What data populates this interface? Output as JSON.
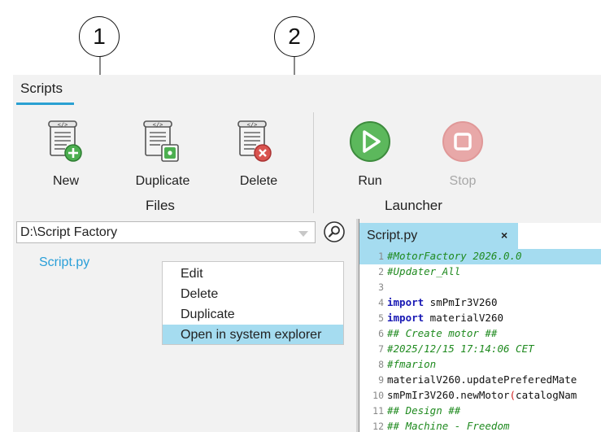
{
  "callouts": [
    {
      "number": "1"
    },
    {
      "number": "2"
    }
  ],
  "ribbon": {
    "tab_label": "Scripts",
    "files_group": {
      "label": "Files",
      "new_label": "New",
      "duplicate_label": "Duplicate",
      "delete_label": "Delete"
    },
    "launcher_group": {
      "label": "Launcher",
      "run_label": "Run",
      "stop_label": "Stop"
    }
  },
  "explorer": {
    "path_value": "D:\\Script Factory",
    "file_item": "Script.py"
  },
  "context_menu": {
    "items": [
      "Edit",
      "Delete",
      "Duplicate",
      "Open in system explorer"
    ],
    "highlighted_index": 3
  },
  "editor": {
    "tab_label": "Script.py",
    "close_glyph": "×",
    "lines": [
      {
        "num": "1",
        "text": "#MotorFactory 2026.0.0"
      },
      {
        "num": "2",
        "text": "#Updater_All"
      },
      {
        "num": "3",
        "text": ""
      },
      {
        "num": "4",
        "kw": "import",
        "rest": " smPmIr3V260"
      },
      {
        "num": "5",
        "kw": "import",
        "rest": " materialV260"
      },
      {
        "num": "6",
        "text": "## Create motor ##"
      },
      {
        "num": "7",
        "text": "#2025/12/15 17:14:06 CET"
      },
      {
        "num": "8",
        "text": "#fmarion"
      },
      {
        "num": "9",
        "plain": "materialV260.updatePreferedMate"
      },
      {
        "num": "10",
        "plain": "smPmIr3V260.newMotor",
        "paren": "(",
        "after": "catalogNam"
      },
      {
        "num": "11",
        "text": "## Design ##"
      },
      {
        "num": "12",
        "text": "## Machine - Freedom"
      }
    ]
  },
  "colors": {
    "accent": "#2aa0d2",
    "highlight": "#a5dcf0",
    "run_green": "#5cb85c",
    "stop_red": "#e8a8a8",
    "comment_green": "#1f8a1f",
    "keyword_blue": "#1818b4"
  }
}
